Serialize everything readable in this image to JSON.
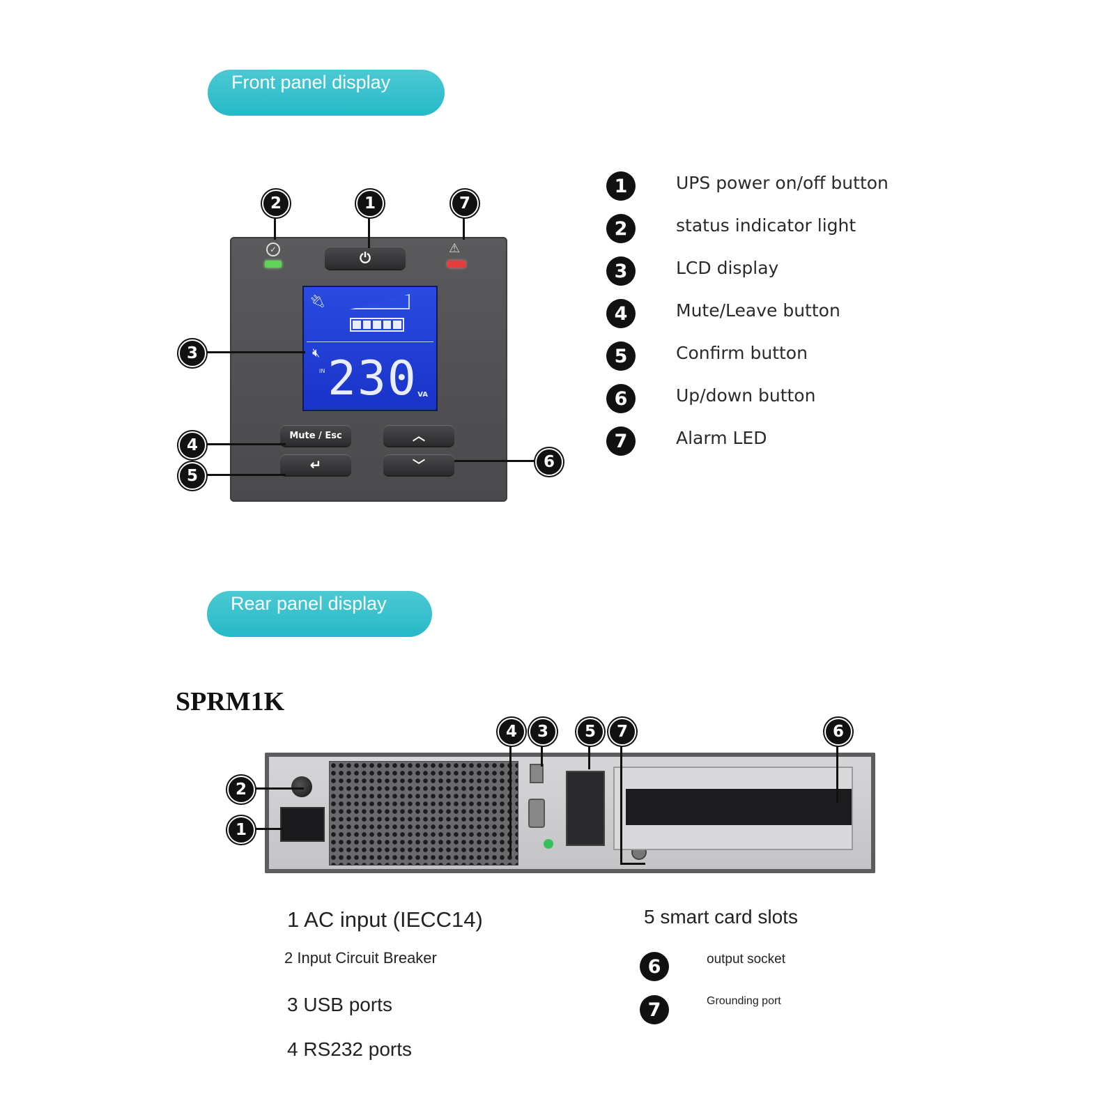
{
  "front": {
    "section_title": "Front panel display",
    "device": {
      "power_icon": "power-icon",
      "lcd_reading": "230",
      "lcd_unit": "VA",
      "lcd_in_label": "IN",
      "mute_label": "Mute / Esc",
      "enter_glyph": "↵",
      "up_glyph": "︿",
      "down_glyph": "﹀",
      "status_led_color": "#5fd35a",
      "alarm_led_color": "#e53c3c",
      "lcd_color": "#1f3fd6"
    },
    "callouts": [
      "2",
      "1",
      "7",
      "3",
      "4",
      "5",
      "6"
    ],
    "legend": [
      {
        "num": "1",
        "label": "UPS power on/off button"
      },
      {
        "num": "2",
        "label": "status indicator light"
      },
      {
        "num": "3",
        "label": "LCD display"
      },
      {
        "num": "4",
        "label": "Mute/Leave button"
      },
      {
        "num": "5",
        "label": "Confirm button"
      },
      {
        "num": "6",
        "label": "Up/down button"
      },
      {
        "num": "7",
        "label": "Alarm LED"
      }
    ]
  },
  "rear": {
    "section_title": "Rear panel display",
    "model": "SPRM1K",
    "callouts": [
      "4",
      "3",
      "5",
      "7",
      "6",
      "2",
      "1"
    ],
    "legend_left": [
      "1 AC input (IECC14)",
      "2 Input Circuit Breaker",
      "3 USB ports",
      "4 RS232 ports"
    ],
    "legend_right_top": "5 smart card slots",
    "legend_right": [
      {
        "num": "6",
        "label": "output socket"
      },
      {
        "num": "7",
        "label": "Grounding port"
      }
    ]
  },
  "colors": {
    "pill": "#2bbcc9",
    "device_gray": "#525254",
    "badge": "#111111"
  }
}
